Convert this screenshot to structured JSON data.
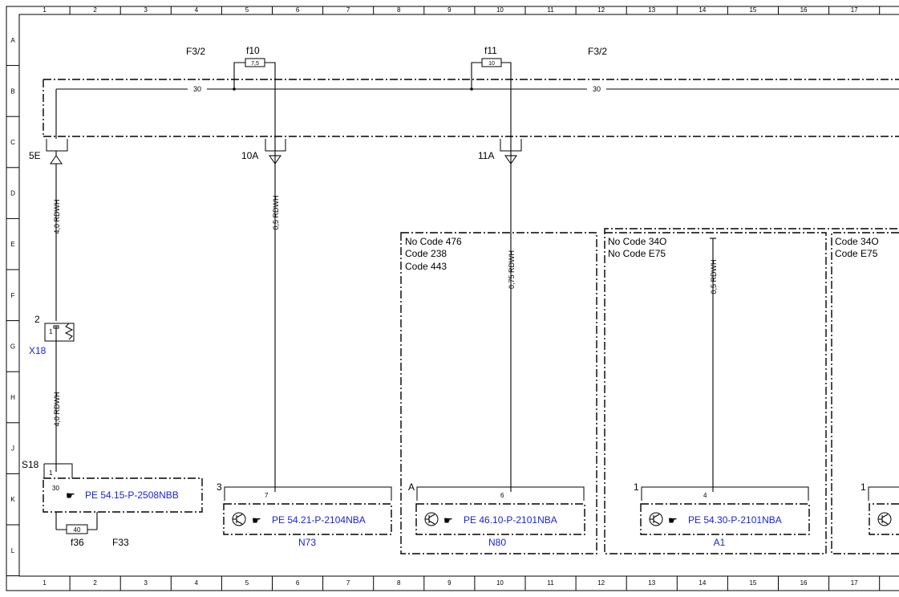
{
  "grid": {
    "columns": [
      "1",
      "2",
      "3",
      "4",
      "5",
      "6",
      "7",
      "8",
      "9",
      "10",
      "11",
      "12",
      "13",
      "14",
      "15",
      "16",
      "17"
    ],
    "rows": [
      "A",
      "B",
      "C",
      "D",
      "E",
      "F",
      "G",
      "H",
      "J",
      "K",
      "L"
    ]
  },
  "labels": {
    "f32_left": "F3/2",
    "f32_right": "F3/2",
    "fuse_f10": "f10",
    "fuse_f10_value": "7,5",
    "fuse_f11": "f11",
    "fuse_f11_value": "10",
    "terminal_30_left": "30",
    "terminal_30_right": "30",
    "pin_5e": "5E",
    "pin_10a": "10A",
    "pin_11a": "11A",
    "wire_1": "4,0 RDWH",
    "wire_2": "0,5 RDWH",
    "wire_3": "0,75 RDWH",
    "wire_4": "0,5 RDWH",
    "wire_5": "4,0 RDWH",
    "x18_pin": "2",
    "x18_inner": "1",
    "x18": "X18",
    "s18": "S18",
    "s18_pin1": "1",
    "s18_pin30": "30",
    "f36": "f36",
    "f36_value": "40",
    "f33": "F33",
    "n73_pin": "3",
    "n73_wire_pin": "7",
    "n80_pin": "A",
    "n80_wire_pin": "6",
    "a1_pin": "1",
    "a1_wire_pin": "4",
    "right_pin": "1",
    "n73": "N73",
    "n80": "N80",
    "a1": "A1"
  },
  "codes": {
    "n80_box": [
      "No  Code 476",
      "Code 238",
      "Code 443"
    ],
    "a1_box": [
      "No  Code 34O",
      "No  Code E75"
    ],
    "right_box": [
      "Code 34O",
      "Code E75"
    ]
  },
  "refs": {
    "s18_ref": "PE 54.15-P-2508NBB",
    "n73_ref": "PE 54.21-P-2104NBA",
    "n80_ref": "PE 46.10-P-2101NBA",
    "a1_ref": "PE 54.30-P-2101NBA"
  },
  "icons": [
    "pointing-hand-icon",
    "transistor-icon"
  ],
  "colors": {
    "reference_link": "#1a24d6",
    "line": "#000000"
  }
}
